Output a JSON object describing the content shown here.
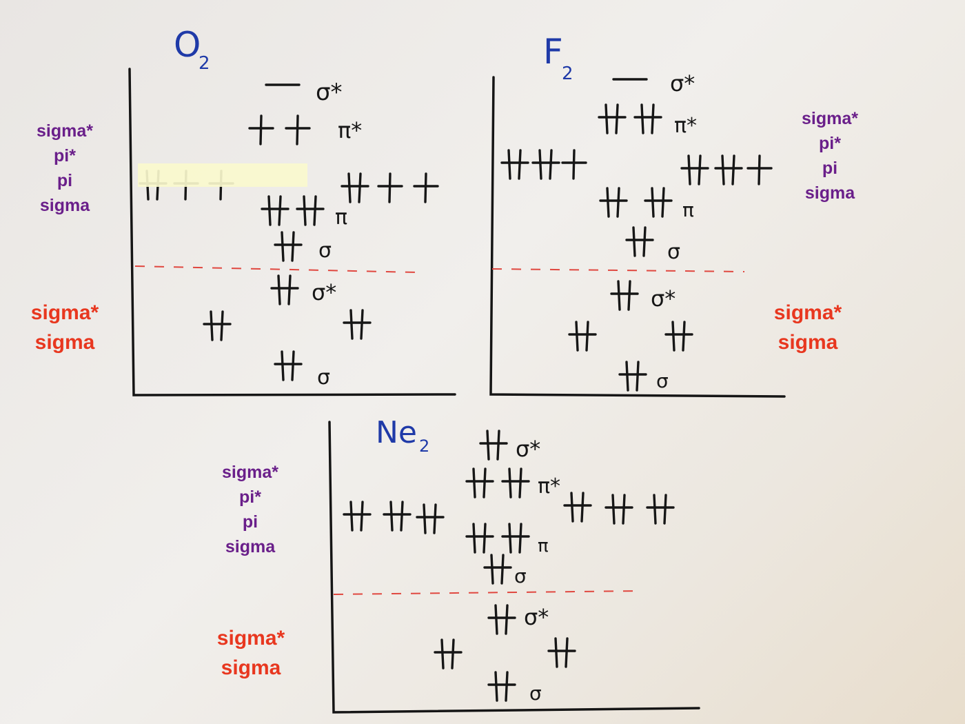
{
  "panels": {
    "o2": {
      "title": "O",
      "title_sub": "2",
      "mo_labels": {
        "sigma_star_2p": "σ*",
        "pi_star": "π*",
        "pi": "π",
        "sigma_2p": "σ",
        "sigma_star_2s": "σ*",
        "sigma_2s": "σ"
      },
      "notes_valence": [
        "sigma*",
        "pi*",
        "pi",
        "sigma"
      ],
      "notes_core": [
        "sigma*",
        "sigma"
      ]
    },
    "f2": {
      "title": "F",
      "title_sub": "2",
      "mo_labels": {
        "sigma_star_2p": "σ*",
        "pi_star": "π*",
        "pi": "π",
        "sigma_2p": "σ",
        "sigma_star_2s": "σ*",
        "sigma_2s": "σ"
      },
      "notes_valence": [
        "sigma*",
        "pi*",
        "pi",
        "sigma"
      ],
      "notes_core": [
        "sigma*",
        "sigma"
      ]
    },
    "ne2": {
      "title": "Ne",
      "title_sub": "2",
      "mo_labels": {
        "sigma_star_2p": "σ*",
        "pi_star": "π*",
        "pi": "π",
        "sigma_2p": "σ",
        "sigma_star_2s": "σ*",
        "sigma_2s": "σ"
      },
      "notes_valence": [
        "sigma*",
        "pi*",
        "pi",
        "sigma"
      ],
      "notes_core": [
        "sigma*",
        "sigma"
      ]
    }
  },
  "colors": {
    "ink": "#161616",
    "title_ink": "#1f3aa8",
    "divider": "#e0473f",
    "note_valence": "#6a1f8a",
    "note_core": "#e8371f"
  }
}
